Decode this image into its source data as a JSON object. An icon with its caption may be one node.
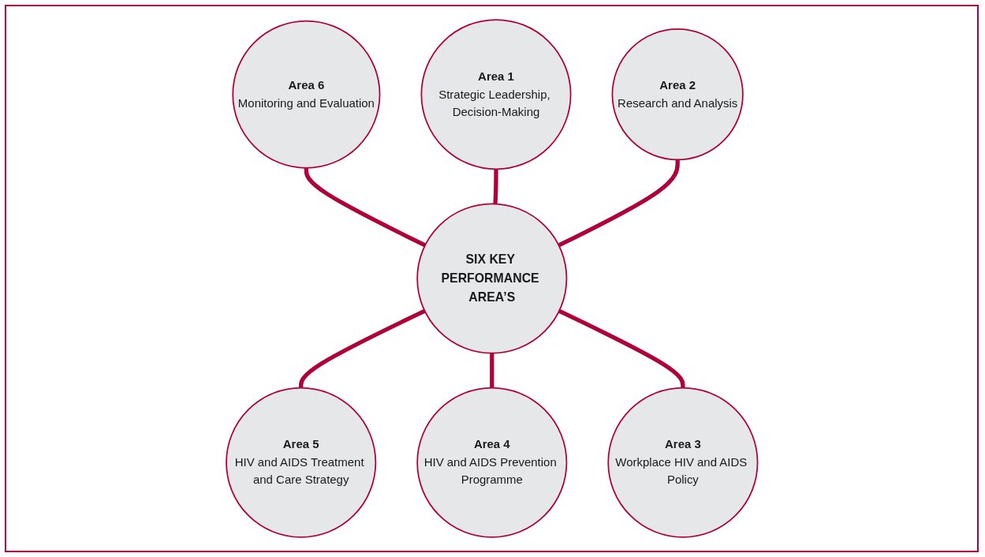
{
  "diagram": {
    "nodes": [
      {
        "text": [
          "SIX KEY PERFORMANCE AREA’S"
        ]
      },
      {
        "text": [
          "Area 1",
          "Strategic Leadership, Decision-Making"
        ]
      },
      {
        "text": [
          "Area 2",
          "Research and Analysis"
        ]
      },
      {
        "text": [
          "Area 3",
          "Workplace HIV and AIDS Policy"
        ]
      },
      {
        "text": [
          "Area 4",
          "HIV and AIDS Prevention Programme"
        ]
      },
      {
        "text": [
          "Area 5",
          "HIV and AIDS Treatment and Care Strategy"
        ]
      },
      {
        "text": [
          "Area 6",
          "Monitoring and Evaluation"
        ]
      }
    ],
    "edges": [
      {
        "from": 6,
        "to": 0,
        "arrow": "none"
      },
      {
        "from": 1,
        "to": 0,
        "arrow": "none"
      },
      {
        "from": 2,
        "to": 0,
        "arrow": "none"
      },
      {
        "from": 0,
        "to": 5,
        "arrow": "none"
      },
      {
        "from": 0,
        "to": 4,
        "arrow": "none"
      },
      {
        "from": 0,
        "to": 3,
        "arrow": "none"
      }
    ]
  }
}
